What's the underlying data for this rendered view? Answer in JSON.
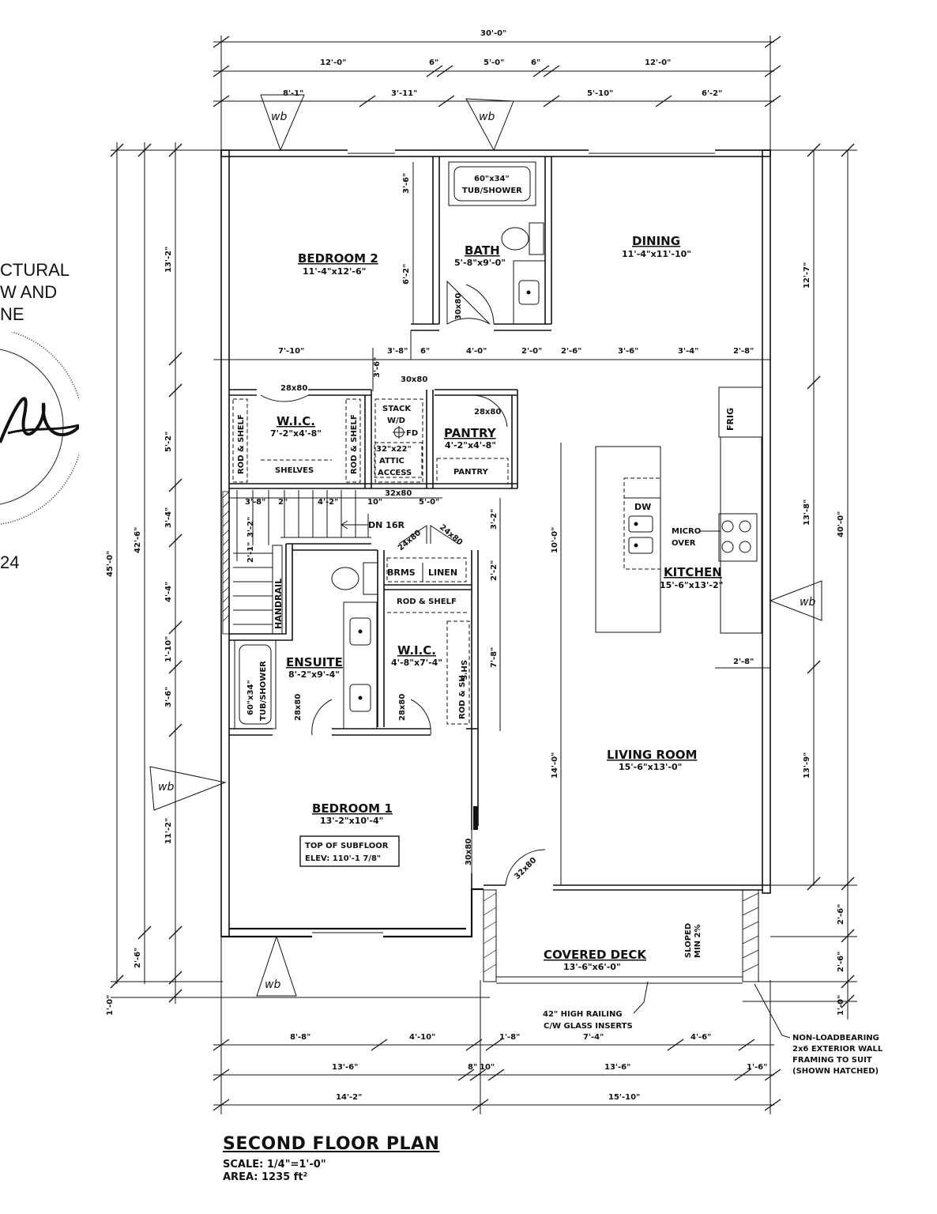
{
  "stamp": {
    "lines": [
      "CTURAL",
      "W AND",
      "NE"
    ],
    "seal_year": "24"
  },
  "title": {
    "name": "SECOND FLOOR PLAN",
    "scale": "SCALE: 1/4\"=1'-0\"",
    "area": "AREA: 1235 ft²"
  },
  "dims_top": {
    "overall": "30'-0\"",
    "row2": [
      "12'-0\"",
      "6\"",
      "5'-0\"",
      "6\"",
      "12'-0\""
    ],
    "row3": [
      "8'-1\"",
      "3'-11\"",
      "5'-10\"",
      "6'-2\""
    ]
  },
  "dims_bottom": {
    "row1": [
      "8'-8\"",
      "4'-10\"",
      "1'-8\"",
      "7'-4\"",
      "4'-6\""
    ],
    "row2": [
      "13'-6\"",
      "8\"",
      "10\"",
      "13'-6\"",
      "1'-6\""
    ],
    "row3": [
      "14'-2\"",
      "15'-10\""
    ]
  },
  "dims_left": {
    "overall": "45'-0\"",
    "inner": "42'-6\"",
    "segments": [
      "13'-2\"",
      "5'-2\"",
      "3'-4\"",
      "4'-4\"",
      "1'-10\"",
      "3'-6\"",
      "11'-2\"",
      "2'-6\"",
      "1'-0\""
    ]
  },
  "dims_right": {
    "overall": "40'-0\"",
    "segments": [
      "12'-7\"",
      "13'-8\"",
      "13'-9\"",
      "2'-6\"",
      "2'-6\"",
      "1'-0\""
    ]
  },
  "dims_interior": {
    "mid_row": [
      "7'-10\"",
      "3'-8\"",
      "6\"",
      "4'-0\"",
      "2'-0\"",
      "2'-6\"",
      "3'-6\"",
      "3'-4\"",
      "2'-8\""
    ],
    "stair_row": [
      "3'-8\"",
      "2\"",
      "4'-2\"",
      "10\"",
      "5'-0\""
    ],
    "bath_v": [
      "3'-6\"",
      "6'-2\""
    ],
    "hall_v": "3'-6\"",
    "stair_v": [
      "3'-2\"",
      "2'-1\""
    ],
    "linen_v": [
      "3'-2\"",
      "2'-2\"",
      "7'-8\""
    ],
    "kitchen_v": [
      "10'-0\"",
      "14'-0\""
    ],
    "frig_h": "2'-8\""
  },
  "rooms": {
    "bedroom2": {
      "name": "BEDROOM 2",
      "size": "11'-4\"x12'-6\""
    },
    "bath": {
      "name": "BATH",
      "size": "5'-8\"x9'-0\""
    },
    "dining": {
      "name": "DINING",
      "size": "11'-4\"x11'-10\""
    },
    "wic1": {
      "name": "W.I.C.",
      "size": "7'-2\"x4'-8\""
    },
    "pantry": {
      "name": "PANTRY",
      "size": "4'-2\"x4'-8\""
    },
    "kitchen": {
      "name": "KITCHEN",
      "size": "15'-6\"x13'-2\""
    },
    "ensuite": {
      "name": "ENSUITE",
      "size": "8'-2\"x9'-4\""
    },
    "wic2": {
      "name": "W.I.C.",
      "size": "4'-8\"x7'-4\""
    },
    "living": {
      "name": "LIVING ROOM",
      "size": "15'-6\"x13'-0\""
    },
    "bedroom1": {
      "name": "BEDROOM 1",
      "size": "13'-2\"x10'-4\""
    },
    "deck": {
      "name": "COVERED DECK",
      "size": "13'-6\"x6'-0\""
    }
  },
  "labels": {
    "tub1": [
      "60\"x34\"",
      "TUB/SHOWER"
    ],
    "tub2": [
      "60\"x34\"",
      "TUB/SHOWER"
    ],
    "door_30x80_bath": "30x80",
    "door_30x80_hall": "30x80",
    "door_28x80_wic": "28x80",
    "door_28x80_pantry": "28x80",
    "door_32x80_stair": "32x80",
    "door_28x80_ensuite": "28x80",
    "door_28x80_wic2": "28x80",
    "door_30x80_bed1": "30x80",
    "door_32x80_deck": "32x80",
    "door_24x80_a": "24x80",
    "door_24x80_b": "24x80",
    "rod_shelf_l": "ROD & SHELF",
    "rod_shelf_r": "ROD & SHELF",
    "shelves": "SHELVES",
    "stack": [
      "STACK",
      "W/D"
    ],
    "fd": "FD",
    "attic": [
      "32\"x22\"",
      "ATTIC",
      "ACCESS"
    ],
    "pantry_shelf": "PANTRY",
    "frig": "FRIG",
    "dw": "DW",
    "micro": [
      "MICRO",
      "OVER"
    ],
    "stair_dn": "DN 16R",
    "handrail": "HANDRAIL",
    "brms": "BRMS",
    "linen": "LINEN",
    "rod_shelf_wic2": "ROD & SHELF",
    "shs": "SH'S",
    "rod_sh": "ROD & SH",
    "subfloor": [
      "TOP OF SUBFLOOR",
      "ELEV:  110'-1 7/8\""
    ],
    "sloped": [
      "SLOPED",
      "MIN 2%"
    ],
    "railing": [
      "42\" HIGH RAILING",
      "C/W GLASS INSERTS"
    ],
    "nonload": [
      "NON-LOADBEARING",
      "2x6 EXTERIOR WALL",
      "FRAMING TO SUIT",
      "(SHOWN HATCHED)"
    ],
    "wb": "wb"
  }
}
